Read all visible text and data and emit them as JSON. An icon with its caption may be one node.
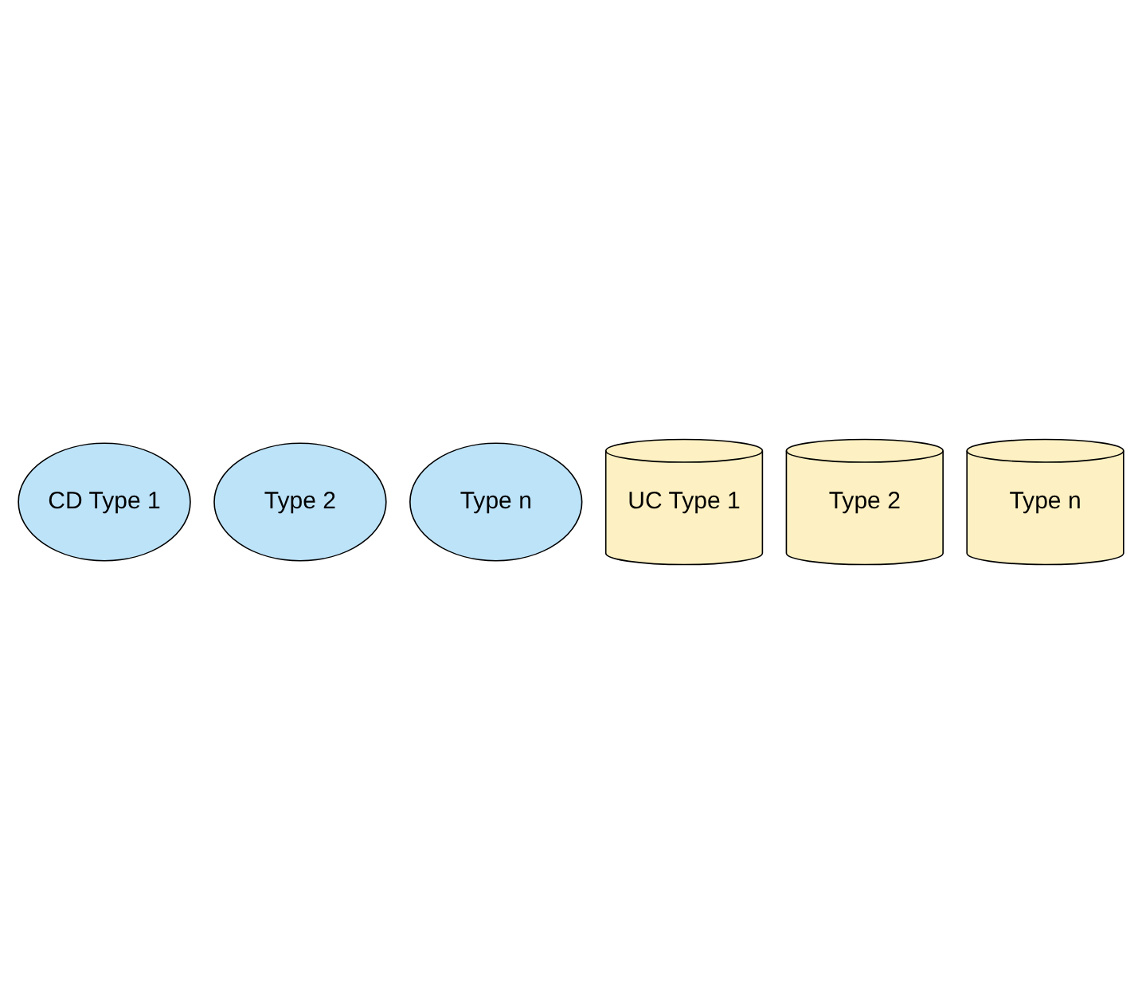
{
  "diagram": {
    "nodes": [
      {
        "text": [
          "CD Type 1"
        ]
      },
      {
        "text": [
          "Type 2"
        ]
      },
      {
        "text": [
          "Type n"
        ]
      },
      {
        "text": [
          "UC Type 1"
        ]
      },
      {
        "text": [
          "Type 2"
        ]
      },
      {
        "text": [
          "Type n"
        ]
      }
    ]
  }
}
